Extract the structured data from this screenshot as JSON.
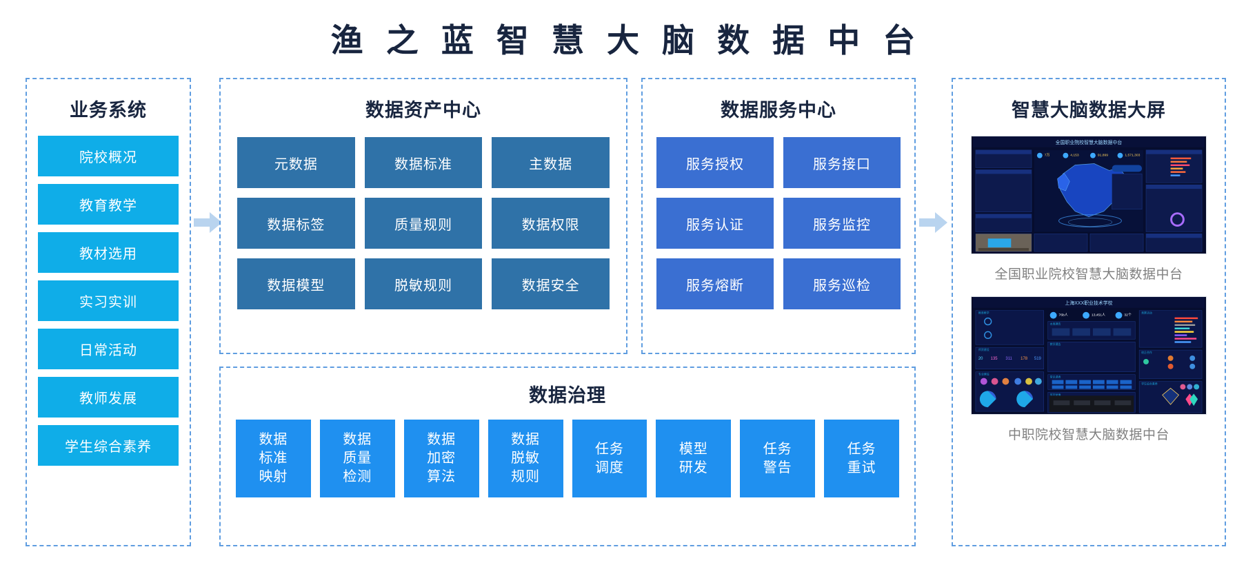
{
  "page": {
    "title": "渔 之 蓝 智 慧 大 脑 数 据 中 台",
    "title_plain": "渔之蓝智慧大脑数据中台"
  },
  "colors": {
    "title_text": "#18253f",
    "panel_border": "#5f9de0",
    "business_box": "#0fade8",
    "asset_box": "#2f72a8",
    "service_box": "#3a6fd2",
    "governance_box": "#1f90f0",
    "arrow": "#b9d4ef",
    "caption_text": "#808080"
  },
  "business_panel": {
    "title": "业务系统",
    "items": [
      {
        "label": "院校概况"
      },
      {
        "label": "教育教学"
      },
      {
        "label": "教材选用"
      },
      {
        "label": "实习实训"
      },
      {
        "label": "日常活动"
      },
      {
        "label": "教师发展"
      },
      {
        "label": "学生综合素养"
      }
    ]
  },
  "asset_panel": {
    "title": "数据资产中心",
    "items": [
      {
        "label": "元数据"
      },
      {
        "label": "数据标准"
      },
      {
        "label": "主数据"
      },
      {
        "label": "数据标签"
      },
      {
        "label": "质量规则"
      },
      {
        "label": "数据权限"
      },
      {
        "label": "数据模型"
      },
      {
        "label": "脱敏规则"
      },
      {
        "label": "数据安全"
      }
    ]
  },
  "service_panel": {
    "title": "数据服务中心",
    "items": [
      {
        "label": "服务授权"
      },
      {
        "label": "服务接口"
      },
      {
        "label": "服务认证"
      },
      {
        "label": "服务监控"
      },
      {
        "label": "服务熔断"
      },
      {
        "label": "服务巡检"
      }
    ]
  },
  "governance_panel": {
    "title": "数据治理",
    "items": [
      {
        "line1": "数据",
        "line2": "标准",
        "line3": "映射"
      },
      {
        "line1": "数据",
        "line2": "质量",
        "line3": "检测"
      },
      {
        "line1": "数据",
        "line2": "加密",
        "line3": "算法"
      },
      {
        "line1": "数据",
        "line2": "脱敏",
        "line3": "规则"
      },
      {
        "line1": "任务",
        "line2": "调度",
        "line3": ""
      },
      {
        "line1": "模型",
        "line2": "研发",
        "line3": ""
      },
      {
        "line1": "任务",
        "line2": "警告",
        "line3": ""
      },
      {
        "line1": "任务",
        "line2": "重试",
        "line3": ""
      }
    ]
  },
  "screen_panel": {
    "title": "智慧大脑数据大屏",
    "screens": [
      {
        "caption": "全国职业院校智慧大脑数据中台",
        "header": "全国职业院校智慧大脑数据中台",
        "thumb_name": "national-vocational-dashboard-thumbnail"
      },
      {
        "caption": "中职院校智慧大脑数据中台",
        "header": "上海XXX职业技术学校",
        "thumb_name": "secondary-vocational-dashboard-thumbnail"
      }
    ]
  },
  "arrows": [
    {
      "name": "flow-arrow-business-to-center",
      "direction": "right"
    },
    {
      "name": "flow-arrow-center-to-screen",
      "direction": "right"
    }
  ]
}
